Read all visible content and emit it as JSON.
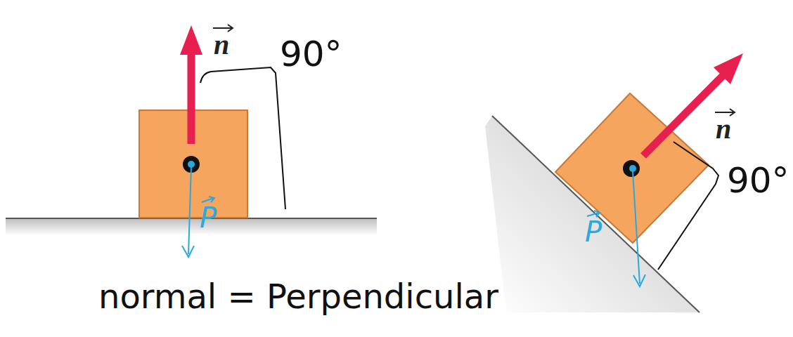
{
  "diagram": {
    "labels": [
      "n",
      "90°",
      "P",
      "n",
      "90°",
      "P",
      "normal = Perpendicular"
    ]
  }
}
